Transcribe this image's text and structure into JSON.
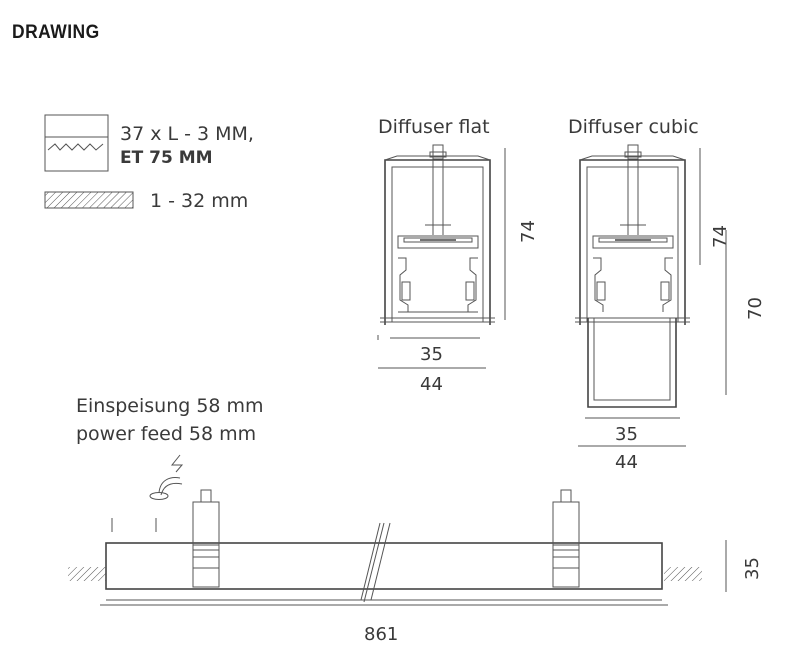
{
  "header": {
    "title": "DRAWING"
  },
  "legend": {
    "cutout_line1": "37 x L - 3 MM,",
    "cutout_line2": "ET 75 MM",
    "ceiling_thickness": "1 - 32 mm"
  },
  "profiles": {
    "flat": {
      "label": "Diffuser flat",
      "height": "74",
      "inner_width": "35",
      "outer_width": "44"
    },
    "cubic": {
      "label": "Diffuser cubic",
      "height": "74",
      "diffuser_height": "70",
      "inner_width": "35",
      "outer_width": "44"
    }
  },
  "power_feed": {
    "line_de": "Einspeisung 58 mm",
    "line_en": "power feed 58 mm"
  },
  "side_view": {
    "length": "861",
    "height": "35"
  },
  "colors": {
    "line": "#555555",
    "text": "#3a3a3a",
    "title": "#1a1a1a",
    "background": "#ffffff"
  }
}
